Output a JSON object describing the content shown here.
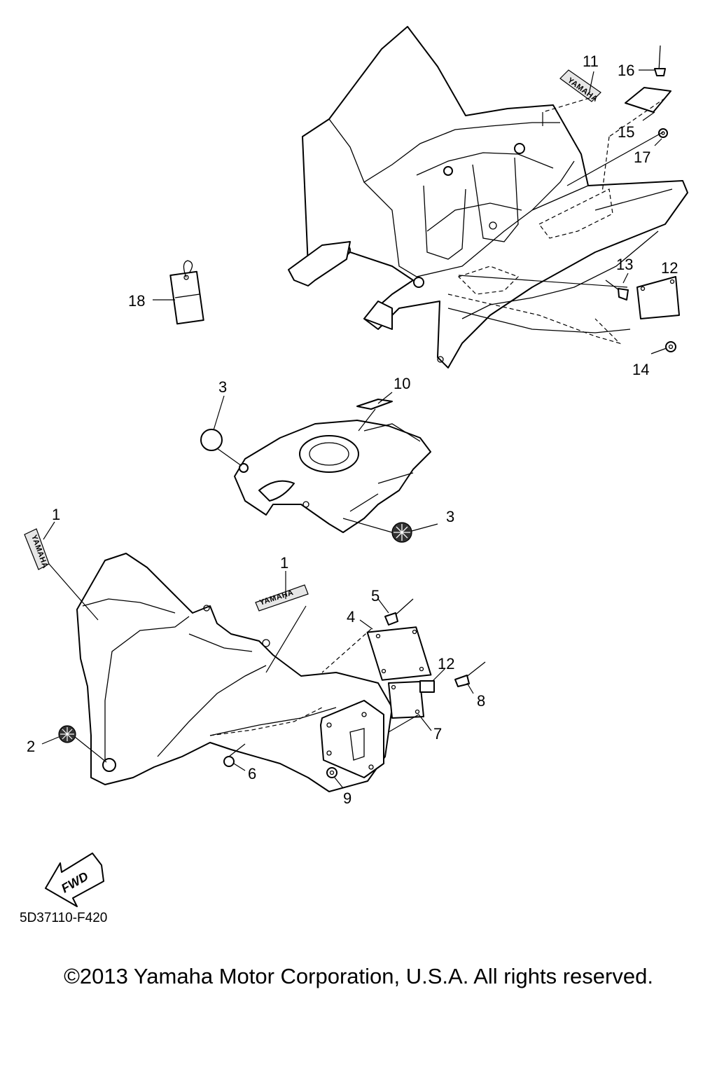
{
  "diagram": {
    "part_code": "5D37110-F420",
    "copyright": "©2013 Yamaha Motor Corporation, U.S.A. All rights reserved.",
    "fwd_label": "FWD",
    "decal_brand": "YAMAHA",
    "callouts": {
      "c1a": "1",
      "c1b": "1",
      "c2": "2",
      "c3a": "3",
      "c3b": "3",
      "c4": "4",
      "c5": "5",
      "c6": "6",
      "c7": "7",
      "c8": "8",
      "c9": "9",
      "c10": "10",
      "c11": "11",
      "c12a": "12",
      "c12b": "12",
      "c13": "13",
      "c14": "14",
      "c15": "15",
      "c16": "16",
      "c17": "17",
      "c18": "18"
    }
  }
}
